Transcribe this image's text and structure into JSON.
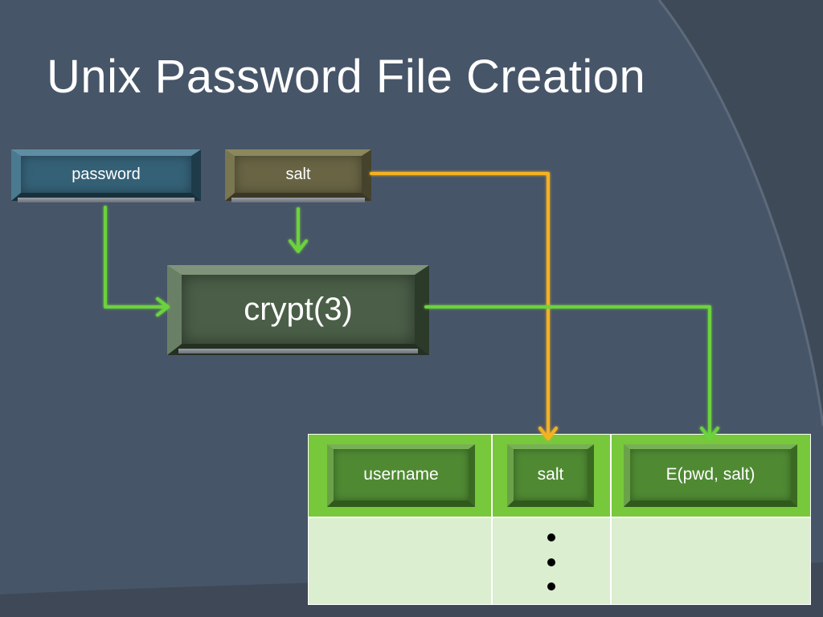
{
  "slide": {
    "title": "Unix Password File Creation"
  },
  "inputs": {
    "password_label": "password",
    "salt_label": "salt"
  },
  "function": {
    "label": "crypt(3)"
  },
  "table": {
    "columns": [
      "username",
      "salt",
      "E(pwd, salt)"
    ],
    "continuation": "⋮"
  },
  "colors": {
    "background": "#475568",
    "salt_arrow": "#f4b120",
    "flow_arrow": "#6cd23c",
    "table_header": "#77c83a",
    "table_body": "#dbeed0"
  }
}
